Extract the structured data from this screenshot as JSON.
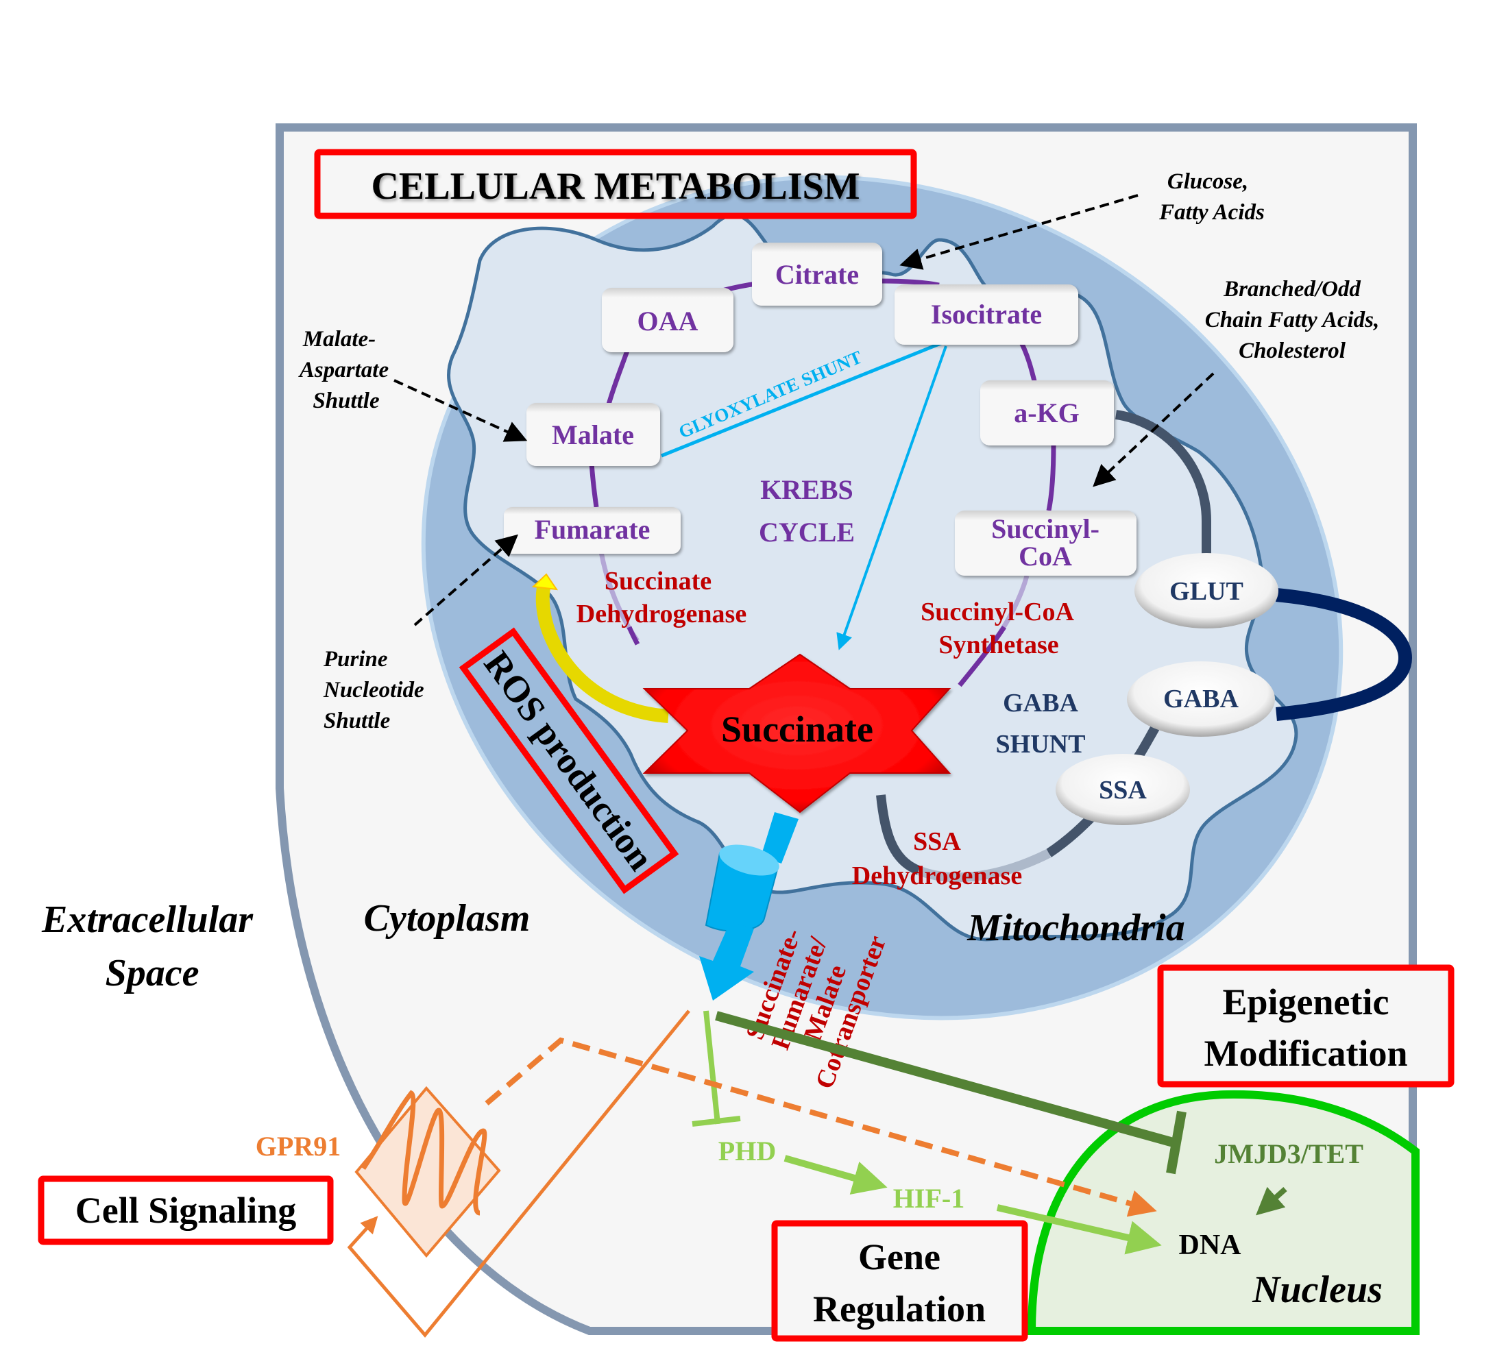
{
  "title_boxes": {
    "cellular_metabolism": "CELLULAR METABOLISM",
    "ros_production": "ROS production",
    "cell_signaling": "Cell Signaling",
    "gene_regulation": [
      "Gene",
      "Regulation"
    ],
    "epigenetic_modification": [
      "Epigenetic",
      "Modification"
    ]
  },
  "regions": {
    "extracellular": [
      "Extracellular",
      "Space"
    ],
    "cytoplasm": "Cytoplasm",
    "mitochondria": "Mitochondria",
    "nucleus": "Nucleus"
  },
  "krebs_cycle": {
    "label": [
      "KREBS",
      "CYCLE"
    ],
    "metabolites": {
      "citrate": "Citrate",
      "isocitrate": "Isocitrate",
      "akg": "a-KG",
      "succinyl_coa": [
        "Succinyl-",
        "CoA"
      ],
      "succinate": "Succinate",
      "fumarate": "Fumarate",
      "malate": "Malate",
      "oaa": "OAA"
    },
    "glyoxylate_shunt": "GLYOXYLATE SHUNT"
  },
  "enzymes": {
    "sdh": [
      "Succinate",
      "Dehydrogenase"
    ],
    "scs": [
      "Succinyl-CoA",
      "Synthetase"
    ],
    "ssadh": [
      "SSA",
      "Dehydrogenase"
    ],
    "cotransporter": [
      "Succinate-",
      "Fumarate/",
      "Malate",
      "Cotransporter"
    ]
  },
  "gaba_shunt": {
    "label": [
      "GABA",
      "SHUNT"
    ],
    "nodes": {
      "glut": "GLUT",
      "gaba": "GABA",
      "ssa": "SSA"
    }
  },
  "inputs": {
    "glucose": [
      "Glucose,",
      "Fatty Acids"
    ],
    "branched": [
      "Branched/Odd",
      "Chain Fatty Acids,",
      "Cholesterol"
    ],
    "malate_aspartate": [
      "Malate-",
      "Aspartate",
      "Shuttle"
    ],
    "purine": [
      "Purine",
      "Nucleotide",
      "Shuttle"
    ]
  },
  "signaling": {
    "gpr91": "GPR91",
    "phd": "PHD",
    "hif1": "HIF-1",
    "jmjd3_tet": "JMJD3/TET",
    "dna": "DNA"
  },
  "colors": {
    "highlight_box": "#ff0000",
    "metabolite_text": "#7030a0",
    "enzyme_text": "#c00000",
    "gaba_text": "#1f3864",
    "glyoxylate": "#00b0f0",
    "gpr91": "#ed7d31",
    "phd_hif": "#92d050",
    "jmjd3": "#548235",
    "nucleus_border": "#00cc00",
    "cell_border": "#8497b0",
    "succinate_star": "#ff0000"
  }
}
